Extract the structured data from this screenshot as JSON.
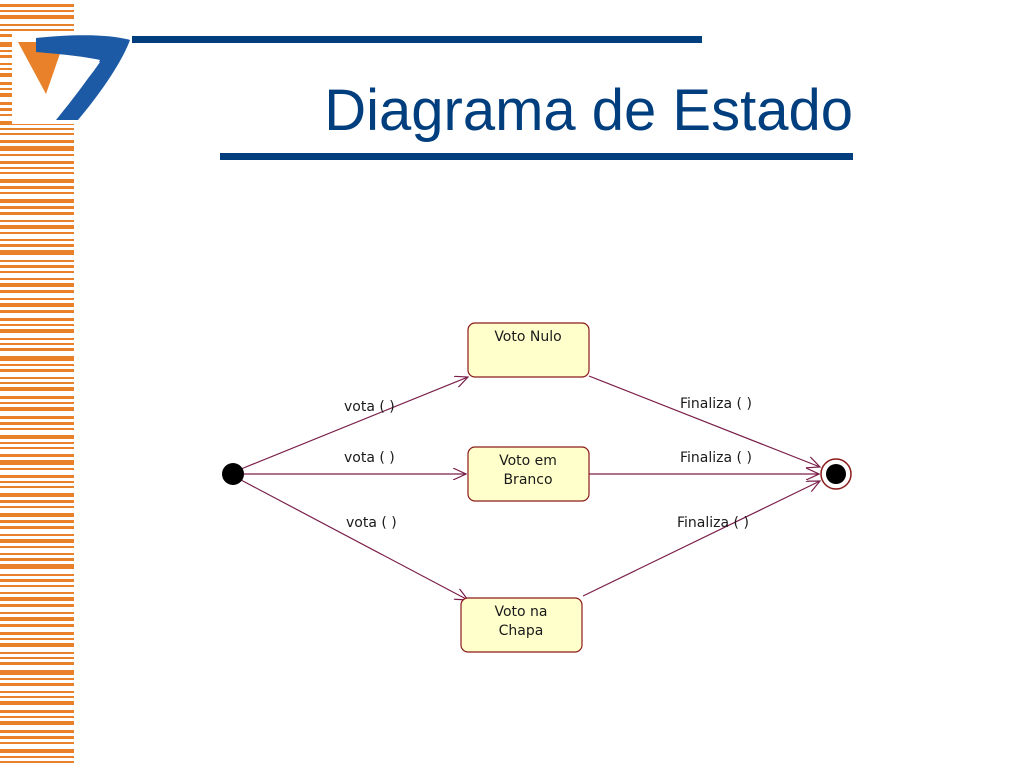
{
  "slide": {
    "title": "Diagrama de Estado"
  },
  "colors": {
    "title_blue": "#003e7e",
    "stripe_orange": "#e8812a",
    "logo_blue": "#1d5aa6",
    "logo_orange": "#e8812a",
    "state_fill": "#ffffcc",
    "state_border": "#8b1a1a",
    "transition_line": "#7a1f4a"
  },
  "decorations": {
    "logo_icon": "company-logo-icon",
    "stripe_pattern": "orange-barcode-stripes"
  },
  "diagram": {
    "states": [
      {
        "id": "nulo",
        "lines": [
          "Voto Nulo"
        ]
      },
      {
        "id": "branco",
        "lines": [
          "Voto em",
          "Branco"
        ]
      },
      {
        "id": "chapa",
        "lines": [
          "Voto na",
          "Chapa"
        ]
      }
    ],
    "transitions": [
      {
        "from": "initial",
        "to": "nulo",
        "label": "vota ( )"
      },
      {
        "from": "initial",
        "to": "branco",
        "label": "vota ( )"
      },
      {
        "from": "initial",
        "to": "chapa",
        "label": "vota ( )"
      },
      {
        "from": "nulo",
        "to": "final",
        "label": "Finaliza ( )"
      },
      {
        "from": "branco",
        "to": "final",
        "label": "Finaliza ( )"
      },
      {
        "from": "chapa",
        "to": "final",
        "label": "Finaliza ( )"
      }
    ]
  }
}
